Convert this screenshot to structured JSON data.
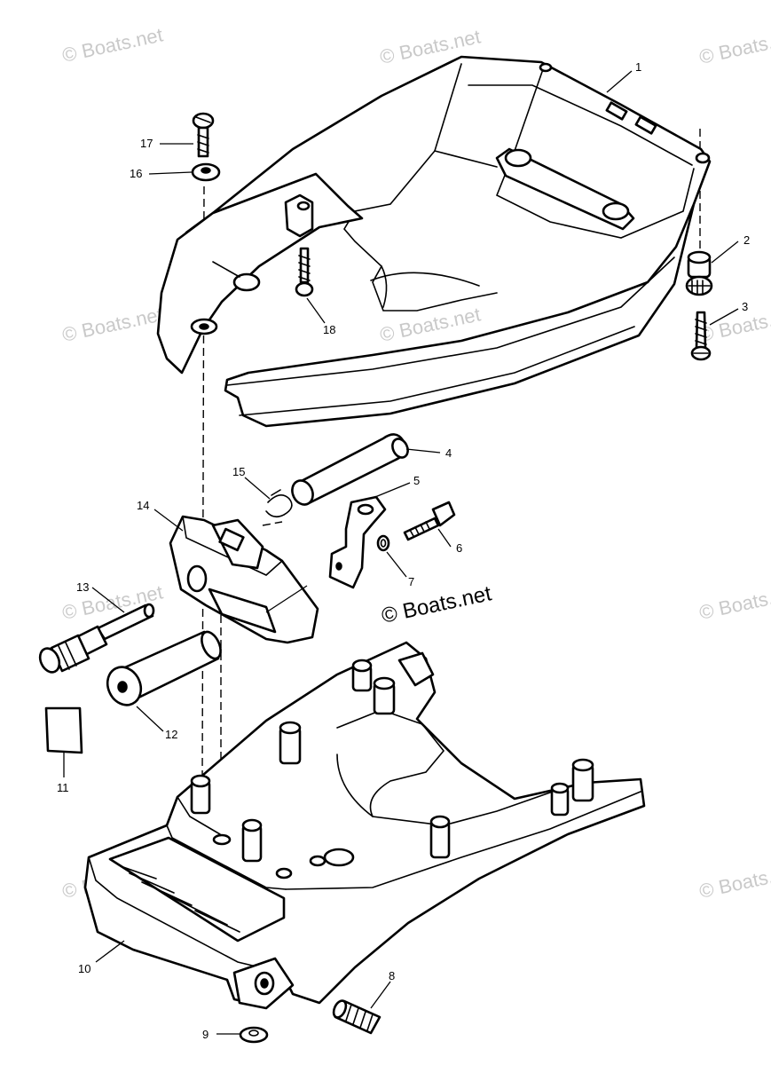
{
  "watermark": "© Boats.net",
  "callouts": [
    "1",
    "2",
    "3",
    "4",
    "5",
    "6",
    "7",
    "8",
    "9",
    "10",
    "11",
    "12",
    "13",
    "14",
    "15",
    "16",
    "17",
    "18"
  ]
}
